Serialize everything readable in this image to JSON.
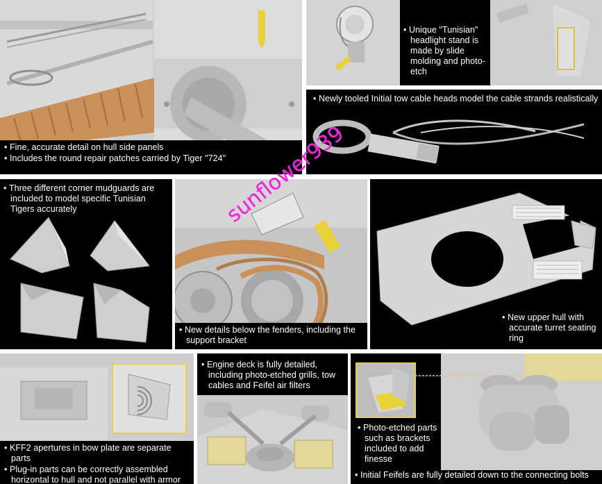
{
  "panels": {
    "hull_side": {
      "bullets": [
        "Fine, accurate detail on hull side panels",
        "Includes the round repair patches carried by Tiger \"724\""
      ]
    },
    "headlight": {
      "bullets": [
        "Unique \"Tunisian\" headlight stand is made by slide molding and photo-etch"
      ]
    },
    "tow_cable": {
      "bullets": [
        "Newly tooled Initial tow cable heads model the cable  strands realistically"
      ]
    },
    "mudguards": {
      "bullets": [
        "Three different corner mudguards are included to model specific Tunisian Tigers accurately"
      ]
    },
    "fenders": {
      "bullets": [
        "New details below the fenders, including the support bracket"
      ]
    },
    "upper_hull": {
      "bullets": [
        "New upper hull with accurate turret seating ring"
      ]
    },
    "bow_plate": {
      "bullets": [
        "KFF2 apertures in bow plate are separate parts",
        "Plug-in parts can be correctly assembled horizontal to hull and not parallel with armor plate"
      ]
    },
    "engine_deck": {
      "bullets": [
        "Engine deck is fully detailed, including photo-etched grills, tow cables and Feifel air filters"
      ]
    },
    "feifels": {
      "bullets": [
        "Photo-etched parts such as brackets included to add finesse",
        "Initial Feifels are fully detailed down to the connecting bolts"
      ]
    }
  },
  "watermark": "sunflower939",
  "colors": {
    "caption_bg": "#000000",
    "caption_text": "#ffffff",
    "model_gray": "#cfcfcf",
    "track_tan": "#c8925a",
    "photo_etch_yellow": "#e8d23a",
    "watermark": "#e826d8"
  }
}
